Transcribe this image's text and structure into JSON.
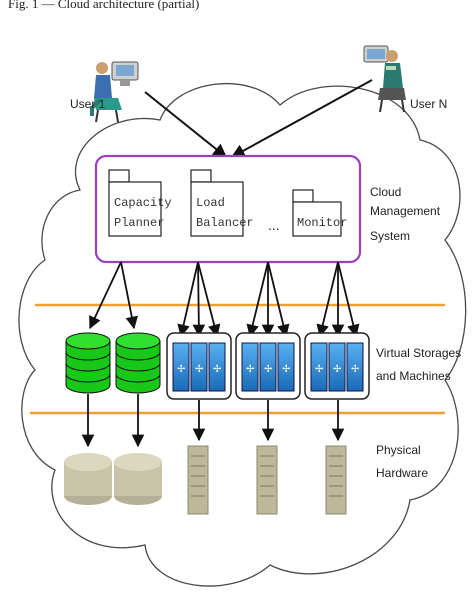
{
  "caption": "Fig. 1 — Cloud architecture (partial)",
  "users": {
    "first": "User 1",
    "last": "User N"
  },
  "management": {
    "modules": [
      "Capacity\nPlanner",
      "Load\nBalancer",
      "Monitor"
    ],
    "ellipsis": "...",
    "label": [
      "Cloud",
      "Management",
      "System"
    ]
  },
  "virtual_layer": {
    "label": [
      "Virtual Storages",
      "and Machines"
    ]
  },
  "physical_layer": {
    "label": [
      "Physical",
      "Hardware"
    ]
  },
  "colors": {
    "mgmt_border": "#9b3fc0",
    "layer_line": "#f0a030",
    "storage": "#18c818",
    "vm": "#2a8ad8",
    "disk": "#c8c4a8",
    "server": "#bdb89a"
  }
}
